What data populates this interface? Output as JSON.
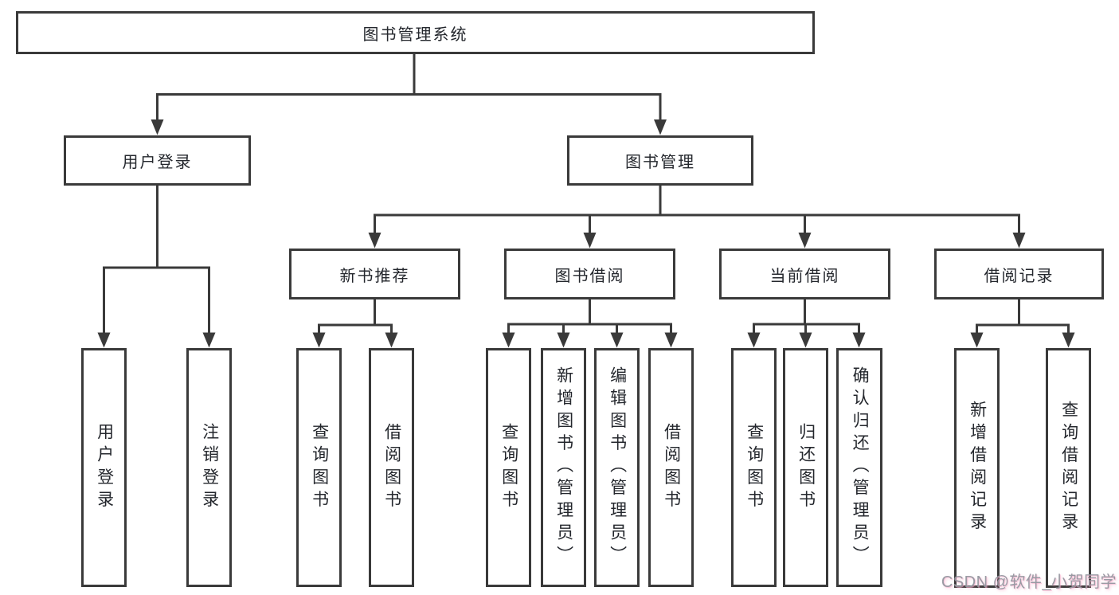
{
  "diagram": {
    "title_node": "图书管理系统",
    "tree": {
      "root": "图书管理系统",
      "children": [
        {
          "label": "用户登录",
          "leaves": [
            "用户登录",
            "注销登录"
          ]
        },
        {
          "label": "图书管理",
          "groups": [
            {
              "label": "新书推荐",
              "leaves": [
                "查询图书",
                "借阅图书"
              ]
            },
            {
              "label": "图书借阅",
              "leaves": [
                "查询图书",
                "新增图书（管理员）",
                "编辑图书（管理员）",
                "借阅图书"
              ]
            },
            {
              "label": "当前借阅",
              "leaves": [
                "查询图书",
                "归还图书",
                "确认归还（管理员）"
              ]
            },
            {
              "label": "借阅记录",
              "leaves": [
                "新增借阅记录",
                "查询借阅记录"
              ]
            }
          ]
        }
      ]
    },
    "colors": {
      "line": "#3a3a3a",
      "box_border": "#3a3a3a",
      "text": "#24272d",
      "background": "#ffffff",
      "watermark_gray": "#94979f",
      "watermark_pink": "#f078a5"
    }
  },
  "watermark": {
    "text": "CSDN @软件_小贺同学"
  }
}
